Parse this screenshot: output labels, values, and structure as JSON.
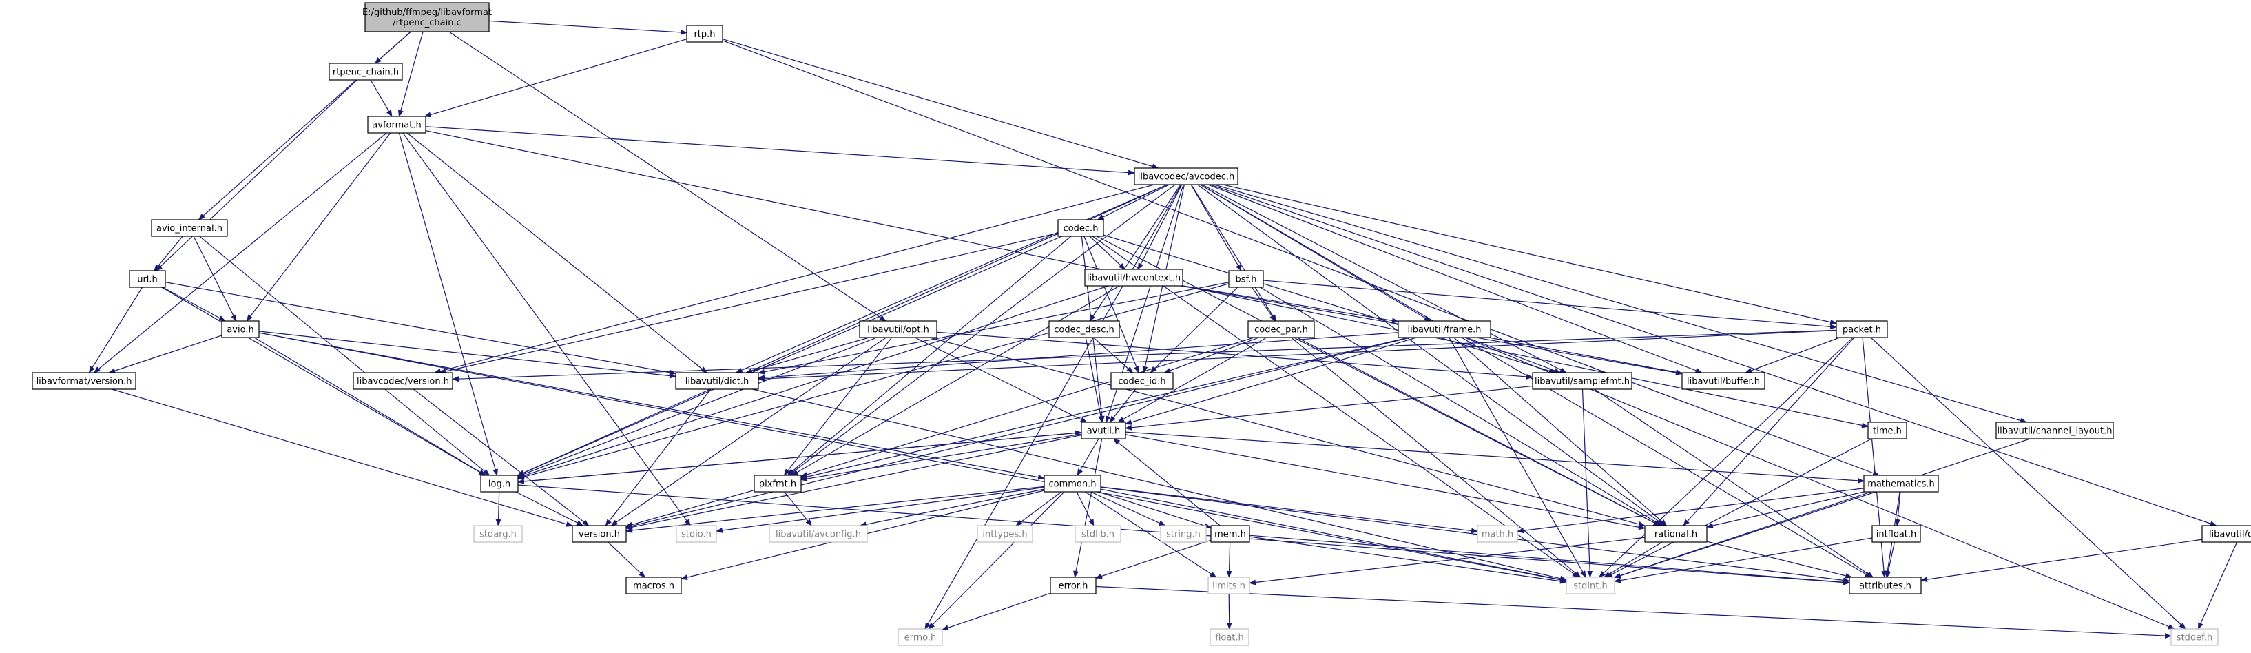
{
  "graph": {
    "type": "include-dependency-graph",
    "colors": {
      "edge": "#191970",
      "root_fill": "#bfbfbf",
      "node_fill": "#ffffff",
      "node_border": "#000000",
      "system_header_border": "#bfbfbf",
      "system_header_text": "#808080"
    },
    "nodes": [
      {
        "id": "root",
        "label": "E:/github/ffmpeg/libavformat\n/rtpenc_chain.c",
        "kind": "root"
      },
      {
        "id": "rtpenc_chain_h",
        "label": "rtpenc_chain.h",
        "kind": "local"
      },
      {
        "id": "rtp_h",
        "label": "rtp.h",
        "kind": "local"
      },
      {
        "id": "avformat_h",
        "label": "avformat.h",
        "kind": "local"
      },
      {
        "id": "avio_internal_h",
        "label": "avio_internal.h",
        "kind": "local"
      },
      {
        "id": "url_h",
        "label": "url.h",
        "kind": "local"
      },
      {
        "id": "avio_h",
        "label": "avio.h",
        "kind": "local"
      },
      {
        "id": "libavformat_version_h",
        "label": "libavformat/version.h",
        "kind": "local"
      },
      {
        "id": "avcodec_h",
        "label": "libavcodec/avcodec.h",
        "kind": "local"
      },
      {
        "id": "codec_h",
        "label": "codec.h",
        "kind": "local"
      },
      {
        "id": "hwcontext_h",
        "label": "libavutil/hwcontext.h",
        "kind": "local"
      },
      {
        "id": "bsf_h",
        "label": "bsf.h",
        "kind": "local"
      },
      {
        "id": "opt_h",
        "label": "libavutil/opt.h",
        "kind": "local"
      },
      {
        "id": "codec_desc_h",
        "label": "codec_desc.h",
        "kind": "local"
      },
      {
        "id": "codec_par_h",
        "label": "codec_par.h",
        "kind": "local"
      },
      {
        "id": "frame_h",
        "label": "libavutil/frame.h",
        "kind": "local"
      },
      {
        "id": "packet_h",
        "label": "packet.h",
        "kind": "local"
      },
      {
        "id": "libavcodec_version_h",
        "label": "libavcodec/version.h",
        "kind": "local"
      },
      {
        "id": "dict_h",
        "label": "libavutil/dict.h",
        "kind": "local"
      },
      {
        "id": "codec_id_h",
        "label": "codec_id.h",
        "kind": "local"
      },
      {
        "id": "samplefmt_h",
        "label": "libavutil/samplefmt.h",
        "kind": "local"
      },
      {
        "id": "buffer_h",
        "label": "libavutil/buffer.h",
        "kind": "local"
      },
      {
        "id": "avutil_h",
        "label": "avutil.h",
        "kind": "local"
      },
      {
        "id": "time_h",
        "label": "time.h",
        "kind": "local"
      },
      {
        "id": "channel_layout_h",
        "label": "libavutil/channel_layout.h",
        "kind": "local"
      },
      {
        "id": "log_h",
        "label": "log.h",
        "kind": "local"
      },
      {
        "id": "pixfmt_h",
        "label": "pixfmt.h",
        "kind": "local"
      },
      {
        "id": "common_h",
        "label": "common.h",
        "kind": "local"
      },
      {
        "id": "mathematics_h",
        "label": "mathematics.h",
        "kind": "local"
      },
      {
        "id": "stdarg_h",
        "label": "stdarg.h",
        "kind": "system"
      },
      {
        "id": "version_h",
        "label": "version.h",
        "kind": "local"
      },
      {
        "id": "stdio_h",
        "label": "stdio.h",
        "kind": "system"
      },
      {
        "id": "avconfig_h",
        "label": "libavutil/avconfig.h",
        "kind": "system"
      },
      {
        "id": "inttypes_h",
        "label": "inttypes.h",
        "kind": "system"
      },
      {
        "id": "stdlib_h",
        "label": "stdlib.h",
        "kind": "system"
      },
      {
        "id": "string_h",
        "label": "string.h",
        "kind": "system"
      },
      {
        "id": "mem_h",
        "label": "mem.h",
        "kind": "local"
      },
      {
        "id": "math_h",
        "label": "math.h",
        "kind": "system"
      },
      {
        "id": "rational_h",
        "label": "rational.h",
        "kind": "local"
      },
      {
        "id": "intfloat_h",
        "label": "intfloat.h",
        "kind": "local"
      },
      {
        "id": "cpu_h",
        "label": "libavutil/cpu.h",
        "kind": "local"
      },
      {
        "id": "macros_h",
        "label": "macros.h",
        "kind": "local"
      },
      {
        "id": "error_h",
        "label": "error.h",
        "kind": "local"
      },
      {
        "id": "limits_h",
        "label": "limits.h",
        "kind": "system"
      },
      {
        "id": "stdint_h",
        "label": "stdint.h",
        "kind": "system"
      },
      {
        "id": "attributes_h",
        "label": "attributes.h",
        "kind": "local"
      },
      {
        "id": "errno_h",
        "label": "errno.h",
        "kind": "system"
      },
      {
        "id": "float_h",
        "label": "float.h",
        "kind": "system"
      },
      {
        "id": "stddef_h",
        "label": "stddef.h",
        "kind": "system"
      }
    ],
    "edges": [
      [
        "root",
        "rtpenc_chain_h"
      ],
      [
        "root",
        "rtp_h"
      ],
      [
        "root",
        "avformat_h"
      ],
      [
        "root",
        "avio_internal_h"
      ],
      [
        "root",
        "opt_h"
      ],
      [
        "rtpenc_chain_h",
        "avformat_h"
      ],
      [
        "rtpenc_chain_h",
        "url_h"
      ],
      [
        "rtp_h",
        "avformat_h"
      ],
      [
        "rtp_h",
        "avcodec_h"
      ],
      [
        "rtp_h",
        "mathematics_h"
      ],
      [
        "avformat_h",
        "avio_h"
      ],
      [
        "avformat_h",
        "avcodec_h"
      ],
      [
        "avformat_h",
        "dict_h"
      ],
      [
        "avformat_h",
        "log_h"
      ],
      [
        "avformat_h",
        "libavformat_version_h"
      ],
      [
        "avformat_h",
        "time_h"
      ],
      [
        "avformat_h",
        "stdio_h"
      ],
      [
        "avio_internal_h",
        "url_h"
      ],
      [
        "avio_internal_h",
        "avio_h"
      ],
      [
        "avio_internal_h",
        "log_h"
      ],
      [
        "url_h",
        "avio_h"
      ],
      [
        "url_h",
        "libavformat_version_h"
      ],
      [
        "url_h",
        "dict_h"
      ],
      [
        "url_h",
        "log_h"
      ],
      [
        "avio_h",
        "libavformat_version_h"
      ],
      [
        "avio_h",
        "dict_h"
      ],
      [
        "avio_h",
        "log_h"
      ],
      [
        "avio_h",
        "common_h"
      ],
      [
        "avio_h",
        "stdint_h"
      ],
      [
        "libavformat_version_h",
        "version_h"
      ],
      [
        "avcodec_h",
        "codec_h"
      ],
      [
        "avcodec_h",
        "hwcontext_h"
      ],
      [
        "avcodec_h",
        "bsf_h"
      ],
      [
        "avcodec_h",
        "codec_desc_h"
      ],
      [
        "avcodec_h",
        "codec_par_h"
      ],
      [
        "avcodec_h",
        "frame_h"
      ],
      [
        "avcodec_h",
        "packet_h"
      ],
      [
        "avcodec_h",
        "libavcodec_version_h"
      ],
      [
        "avcodec_h",
        "dict_h"
      ],
      [
        "avcodec_h",
        "codec_id_h"
      ],
      [
        "avcodec_h",
        "samplefmt_h"
      ],
      [
        "avcodec_h",
        "buffer_h"
      ],
      [
        "avcodec_h",
        "avutil_h"
      ],
      [
        "avcodec_h",
        "channel_layout_h"
      ],
      [
        "avcodec_h",
        "log_h"
      ],
      [
        "avcodec_h",
        "pixfmt_h"
      ],
      [
        "avcodec_h",
        "rational_h"
      ],
      [
        "avcodec_h",
        "cpu_h"
      ],
      [
        "avcodec_h",
        "attributes_h"
      ],
      [
        "avcodec_h",
        "errno_h"
      ],
      [
        "codec_h",
        "hwcontext_h"
      ],
      [
        "codec_h",
        "codec_id_h"
      ],
      [
        "codec_h",
        "samplefmt_h"
      ],
      [
        "codec_h",
        "avutil_h"
      ],
      [
        "codec_h",
        "log_h"
      ],
      [
        "codec_h",
        "pixfmt_h"
      ],
      [
        "codec_h",
        "rational_h"
      ],
      [
        "codec_h",
        "libavcodec_version_h"
      ],
      [
        "codec_h",
        "stdint_h"
      ],
      [
        "hwcontext_h",
        "buffer_h"
      ],
      [
        "hwcontext_h",
        "frame_h"
      ],
      [
        "hwcontext_h",
        "log_h"
      ],
      [
        "hwcontext_h",
        "pixfmt_h"
      ],
      [
        "bsf_h",
        "codec_id_h"
      ],
      [
        "bsf_h",
        "codec_par_h"
      ],
      [
        "bsf_h",
        "packet_h"
      ],
      [
        "bsf_h",
        "dict_h"
      ],
      [
        "bsf_h",
        "log_h"
      ],
      [
        "bsf_h",
        "rational_h"
      ],
      [
        "opt_h",
        "dict_h"
      ],
      [
        "opt_h",
        "log_h"
      ],
      [
        "opt_h",
        "pixfmt_h"
      ],
      [
        "opt_h",
        "avutil_h"
      ],
      [
        "opt_h",
        "rational_h"
      ],
      [
        "opt_h",
        "samplefmt_h"
      ],
      [
        "opt_h",
        "version_h"
      ],
      [
        "codec_desc_h",
        "codec_id_h"
      ],
      [
        "codec_desc_h",
        "avutil_h"
      ],
      [
        "codec_par_h",
        "codec_id_h"
      ],
      [
        "codec_par_h",
        "avutil_h"
      ],
      [
        "codec_par_h",
        "pixfmt_h"
      ],
      [
        "codec_par_h",
        "rational_h"
      ],
      [
        "codec_par_h",
        "stdint_h"
      ],
      [
        "frame_h",
        "avutil_h"
      ],
      [
        "frame_h",
        "buffer_h"
      ],
      [
        "frame_h",
        "dict_h"
      ],
      [
        "frame_h",
        "rational_h"
      ],
      [
        "frame_h",
        "samplefmt_h"
      ],
      [
        "frame_h",
        "pixfmt_h"
      ],
      [
        "frame_h",
        "version_h"
      ],
      [
        "frame_h",
        "stdint_h"
      ],
      [
        "frame_h",
        "stddef_h"
      ],
      [
        "packet_h",
        "buffer_h"
      ],
      [
        "packet_h",
        "attributes_h"
      ],
      [
        "packet_h",
        "dict_h"
      ],
      [
        "packet_h",
        "rational_h"
      ],
      [
        "packet_h",
        "libavcodec_version_h"
      ],
      [
        "packet_h",
        "stdint_h"
      ],
      [
        "packet_h",
        "stddef_h"
      ],
      [
        "libavcodec_version_h",
        "version_h"
      ],
      [
        "dict_h",
        "version_h"
      ],
      [
        "dict_h",
        "stdint_h"
      ],
      [
        "codec_id_h",
        "avutil_h"
      ],
      [
        "samplefmt_h",
        "avutil_h"
      ],
      [
        "samplefmt_h",
        "attributes_h"
      ],
      [
        "samplefmt_h",
        "stdint_h"
      ],
      [
        "avutil_h",
        "common_h"
      ],
      [
        "avutil_h",
        "error_h"
      ],
      [
        "avutil_h",
        "version_h"
      ],
      [
        "avutil_h",
        "mathematics_h"
      ],
      [
        "avutil_h",
        "rational_h"
      ],
      [
        "avutil_h",
        "log_h"
      ],
      [
        "avutil_h",
        "pixfmt_h"
      ],
      [
        "time_h",
        "stdint_h"
      ],
      [
        "channel_layout_h",
        "stdint_h"
      ],
      [
        "log_h",
        "stdarg_h"
      ],
      [
        "log_h",
        "avutil_h"
      ],
      [
        "log_h",
        "attributes_h"
      ],
      [
        "log_h",
        "version_h"
      ],
      [
        "pixfmt_h",
        "avconfig_h"
      ],
      [
        "pixfmt_h",
        "version_h"
      ],
      [
        "common_h",
        "errno_h"
      ],
      [
        "common_h",
        "inttypes_h"
      ],
      [
        "common_h",
        "limits_h"
      ],
      [
        "common_h",
        "math_h"
      ],
      [
        "common_h",
        "stdint_h"
      ],
      [
        "common_h",
        "stdio_h"
      ],
      [
        "common_h",
        "stdlib_h"
      ],
      [
        "common_h",
        "string_h"
      ],
      [
        "common_h",
        "attributes_h"
      ],
      [
        "common_h",
        "macros_h"
      ],
      [
        "common_h",
        "version_h"
      ],
      [
        "common_h",
        "avconfig_h"
      ],
      [
        "common_h",
        "mem_h"
      ],
      [
        "mem_h",
        "limits_h"
      ],
      [
        "mem_h",
        "stdint_h"
      ],
      [
        "mem_h",
        "attributes_h"
      ],
      [
        "mem_h",
        "error_h"
      ],
      [
        "mem_h",
        "avutil_h"
      ],
      [
        "mathematics_h",
        "stdint_h"
      ],
      [
        "mathematics_h",
        "math_h"
      ],
      [
        "mathematics_h",
        "attributes_h"
      ],
      [
        "mathematics_h",
        "rational_h"
      ],
      [
        "mathematics_h",
        "intfloat_h"
      ],
      [
        "rational_h",
        "stdint_h"
      ],
      [
        "rational_h",
        "limits_h"
      ],
      [
        "rational_h",
        "attributes_h"
      ],
      [
        "intfloat_h",
        "stdint_h"
      ],
      [
        "intfloat_h",
        "attributes_h"
      ],
      [
        "cpu_h",
        "attributes_h"
      ],
      [
        "cpu_h",
        "stddef_h"
      ],
      [
        "version_h",
        "macros_h"
      ],
      [
        "error_h",
        "errno_h"
      ],
      [
        "error_h",
        "stddef_h"
      ],
      [
        "limits_h",
        "float_h"
      ]
    ]
  }
}
